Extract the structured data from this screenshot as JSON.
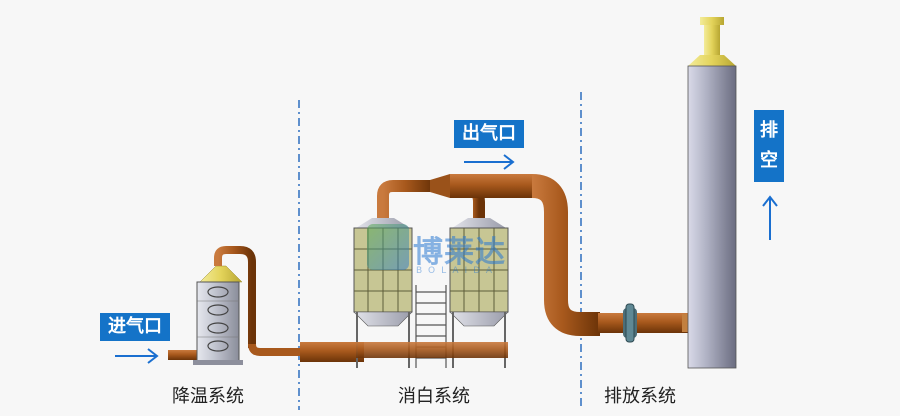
{
  "labels": {
    "inlet": "进气口",
    "outlet": "出气口",
    "exhaust_top": "排",
    "exhaust_bottom": "空"
  },
  "sections": {
    "cooling": "降温系统",
    "whitening": "消白系统",
    "exhaust": "排放系统"
  },
  "logo": {
    "text": "博莱达",
    "sub": "BOLAIDA"
  },
  "colors": {
    "label_bg": "#1473c8",
    "pipe": "#9c4e14",
    "divider": "#2d6fbf"
  }
}
